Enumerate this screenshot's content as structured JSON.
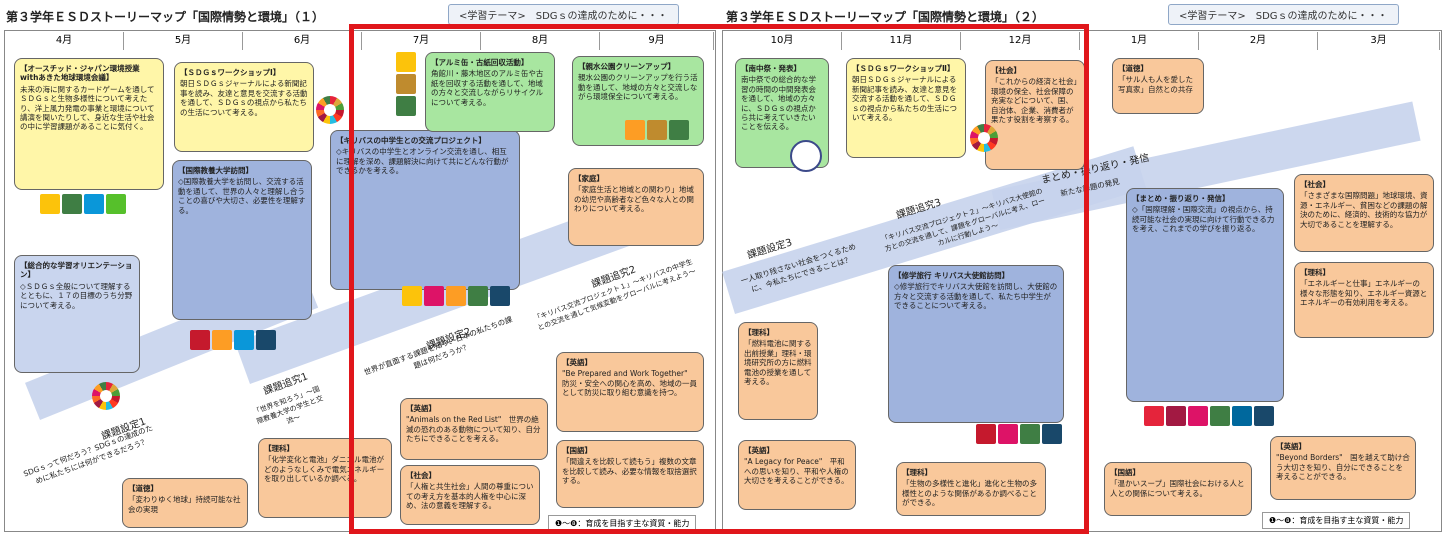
{
  "left": {
    "title": "第３学年ＥＳＤストーリーマップ「国際情勢と環境」（１）",
    "theme": "<学習テーマ>　SDGｓの達成のために・・・",
    "months": [
      "4月",
      "5月",
      "6月",
      "7月",
      "8月",
      "9月"
    ],
    "stages": [
      "課題設定1",
      "課題設定2",
      "課題追究1",
      "課題追究2"
    ],
    "boxes": [
      {
        "head": "【オースチッド・ジャパン環境授業withあきた地球環境会議】",
        "body": "未来の海に関するカードゲームを通してＳＤＧｓと生物多様性について考えたり、洋上風力発電の事業と環境について講演を聞いたりして、身近な生活や社会の中に学習課題があることに気付く。"
      },
      {
        "head": "【ＳＤＧｓワークショップⅠ】",
        "body": "朝日ＳＤＧｓジャーナルによる新聞記事を読み、友達と意見を交流する活動を通して、ＳＤＧｓの視点から私たちの生活について考える。"
      },
      {
        "head": "【国際教養大学訪問】",
        "body": "◇国際教養大学を訪問し、交流する活動を通して、世界の人々と理解し合うことの喜びや大切さ、必要性を理解する。"
      },
      {
        "head": "【総合的な学習オリエンテーション】",
        "body": "◇ＳＤＧｓ全般について理解するとともに、１７の目標のうち分野について考える。"
      },
      {
        "head": "【キリバスの中学生との交流プロジェクト】",
        "body": "◇キリバスの中学生とオンライン交流を通し、相互に理解を深め、課題解決に向けて共にどんな行動ができるかを考える。"
      },
      {
        "head": "【アルミ缶・古紙回収活動】",
        "body": "角館川・藤木地区のアルミ缶や古紙を回収する活動を通して、地域の方々と交流しながらリサイクルについて考える。"
      },
      {
        "head": "【親水公園クリーンアップ】",
        "body": "親水公園のクリーンアップを行う活動を通して、地域の方々と交流しながら環境保全について考える。"
      },
      {
        "head": "【家庭】",
        "body": "「家庭生活と地域との関わり」地域の幼児や高齢者など色々な人との関わりについて考える。"
      },
      {
        "head": "【英語】",
        "body": "\"Be Prepared and Work Together\"　防災・安全への関心を高め、地域の一員として防災に取り組む意識を持つ。"
      },
      {
        "head": "【国語】",
        "body": "「間違えを比較して読もう」複数の文章を比較して読み、必要な情報を取捨選択する。"
      },
      {
        "head": "【英語】",
        "body": "\"Animals on the Red List\"　世界の絶滅の恐れのある動物について知り、自分たちにできることを考える。"
      },
      {
        "head": "【社会】",
        "body": "「人権と共生社会」人間の尊重についての考え方を基本的人権を中心に深め、法の意義を理解する。"
      },
      {
        "head": "【理科】",
        "body": "「化学変化と電池」ダニエル電池がどのようなしくみで電気エネルギーを取り出しているか調べる。"
      },
      {
        "head": "【道徳】",
        "body": "「変わりゆく地球」持続可能な社会の実現"
      }
    ],
    "stage_texts": [
      "SDGｓって何だろう？SDGｓの達成のために私たちには何ができるだろう？",
      "世界が直面する課題を知り、日本の私たちの課題は何だろうか？",
      "「世界を知ろう」〜国際教養大学の学生と交流〜",
      "「キリバス交流プロジェクト１」〜キリバスの中学生との交流を通して気候変動をグローバルに考えよう〜"
    ],
    "legend": "❶〜❽：育成を目指す主な資質・能力"
  },
  "right": {
    "title": "第３学年ＥＳＤストーリーマップ「国際情勢と環境」（２）",
    "theme": "<学習テーマ>　SDGｓの達成のために・・・",
    "months": [
      "10月",
      "11月",
      "12月",
      "1月",
      "2月",
      "3月"
    ],
    "stages": [
      "課題設定3",
      "課題追究3",
      "まとめ・振り返り・発信"
    ],
    "boxes": [
      {
        "head": "【南中祭・発表】",
        "body": "南中祭での総合的な学習の時間の中間発表会を通して、地域の方々に、ＳＤＧｓの視点から共に考えていきたいことを伝える。"
      },
      {
        "head": "【ＳＤＧｓワークショップⅡ】",
        "body": "朝日ＳＤＧｓジャーナルによる新聞記事を読み、友達と意見を交流する活動を通して、ＳＤＧｓの視点から私たちの生活について考える。"
      },
      {
        "head": "【社会】",
        "body": "「これからの経済と社会」環境の保全、社会保障の充実などについて、国、自治体、企業、消費者が果たす役割を考察する。"
      },
      {
        "head": "【道徳】",
        "body": "「サル人も人を愛した写真家」自然との共存"
      },
      {
        "head": "【修学旅行 キリバス大使館訪問】",
        "body": "◇修学旅行でキリバス大使館を訪問し、大使館の方々と交流する活動を通して、私たち中学生ができることについて考える。"
      },
      {
        "head": "【理科】",
        "body": "「燃料電池に関する出前授業」理科・環境研究所の方に燃料電池の授業を通して考える。"
      },
      {
        "head": "【英語】",
        "body": "\"A Legacy for Peace\"　平和への思いを知り、平和や人権の大切さを考えることができる。"
      },
      {
        "head": "【理科】",
        "body": "「生物の多様性と進化」進化と生物の多様性とのような関係があるか調べることができる。"
      },
      {
        "head": "【まとめ・振り返り・発信】",
        "body": "◇「国際理解・国際交流」の視点から、持続可能な社会の実現に向けて行動できる力を考え、これまでの学びを振り返る。"
      },
      {
        "head": "【社会】",
        "body": "「さまざまな国際問題」地球環境、資源・エネルギー、貧困などの課題の解決のために、経済的、技術的な協力が大切であることを理解する。"
      },
      {
        "head": "【理科】",
        "body": "「エネルギーと仕事」エネルギーの様々な形態を知り、エネルギー資源とエネルギーの有効利用を考える。"
      },
      {
        "head": "【国語】",
        "body": "「温かいスープ」国際社会における人と人との関係について考える。"
      },
      {
        "head": "【英語】",
        "body": "\"Beyond Borders\"　国を越えて助け合う大切さを知り、自分にできることを考えることができる。"
      }
    ],
    "stage_texts": [
      "一人取り残さない社会をつくるために、今私たちにできることは？",
      "「キリバス交流プロジェクト２」〜キリバス大使館の方との交流を通して、課題をグローバルに考え、ローカルに行動しよう〜",
      "新たな課題の発見"
    ],
    "legend": "❶〜❽：育成を目指す主な資質・能力"
  },
  "colors": {
    "yellow": "#fff6a8",
    "green": "#a8e6a0",
    "orange": "#f9c89b",
    "blue": "#9fb3dd",
    "highlight": "#e0161b"
  },
  "icons": [
    "sdg-goal-icons",
    "sdg-wheel-icon",
    "kiribati-emblem-icon"
  ]
}
